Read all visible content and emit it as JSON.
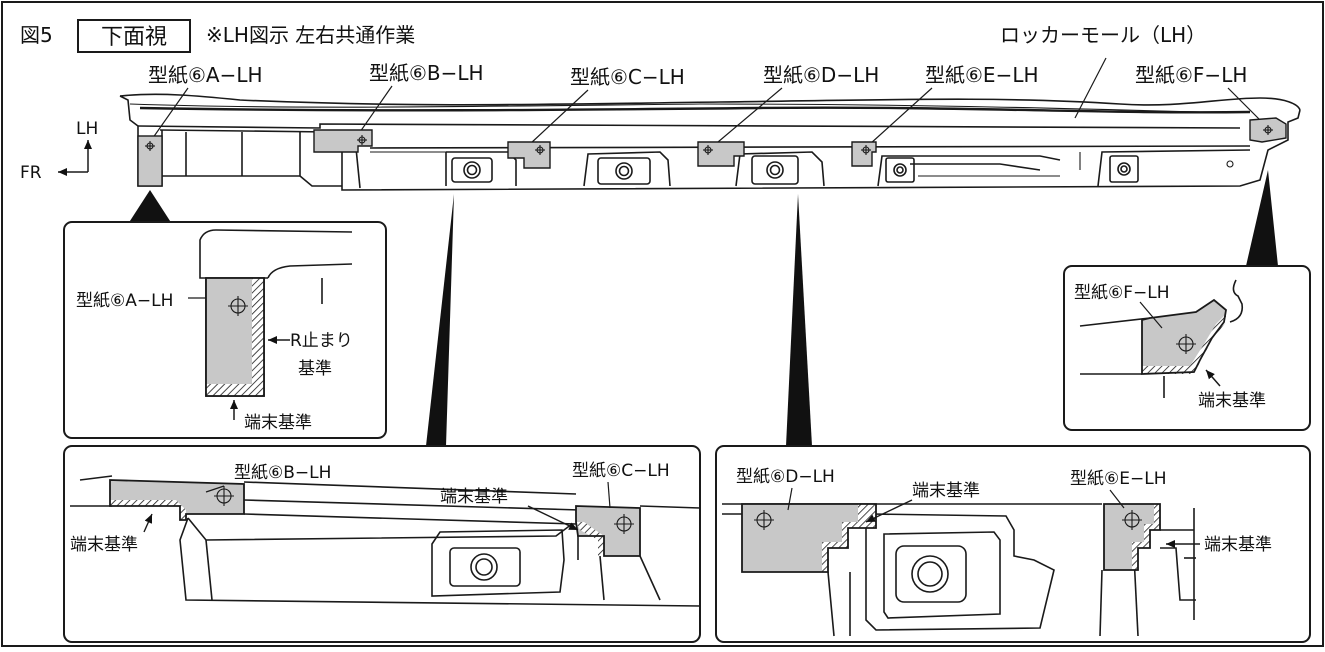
{
  "figure": {
    "number": "図5",
    "view_title": "下面視",
    "note": "※LH図示  左右共通作業",
    "part_name": "ロッカーモール（LH）",
    "direction_forward": "FR",
    "direction_side": "LH"
  },
  "templates": {
    "a": "型紙⑥A−LH",
    "b": "型紙⑥B−LH",
    "c": "型紙⑥C−LH",
    "d": "型紙⑥D−LH",
    "e": "型紙⑥E−LH",
    "f": "型紙⑥F−LH"
  },
  "references": {
    "r_stop_line1": "R止まり",
    "r_stop_line2": "基準",
    "end_reference": "端末基準"
  }
}
